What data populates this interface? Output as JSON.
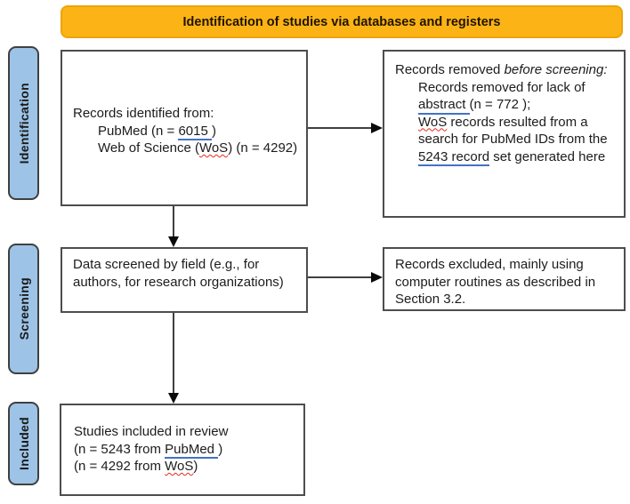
{
  "colors": {
    "banner_bg": "#FCB316",
    "banner_border": "#EDA40A",
    "sidebar_bg": "#9DC3E6",
    "box_border": "#4d4d4d",
    "link_underline_blue": "#4472C4",
    "spellcheck_red": "#E52A1E",
    "arrow": "#3F3F3F"
  },
  "banner": {
    "label": "Identification of studies via databases and registers"
  },
  "sidebar": {
    "identification": "Identification",
    "screening": "Screening",
    "included": "Included"
  },
  "box_identified": {
    "title": "Records identified from:",
    "pubmed_prefix": "PubMed (n = ",
    "pubmed_n": "6015 ",
    "pubmed_suffix": ")",
    "wos_prefix": "Web of Science (",
    "wos_word": "WoS",
    "wos_suffix": ") (n = 4292)"
  },
  "box_removed": {
    "lead_plain": "Records removed ",
    "lead_italic": "before screening",
    "lead_colon": ":",
    "item1_text": "Records removed for lack of ",
    "item1_link": "abstract ",
    "item1_rest": " (n = 772 );",
    "item2_wos": "WoS",
    "item2_mid": " records resulted from a search for PubMed IDs from the ",
    "item2_link": "5243 record",
    "item2_end": " set generated here"
  },
  "box_screened": {
    "text": "Data screened by field (e.g., for authors, for research organizations)"
  },
  "box_excluded": {
    "text": "Records excluded, mainly using computer routines as described in Section 3.2."
  },
  "box_included": {
    "line1": "Studies included in review",
    "line2_prefix": "(n = 5243 from ",
    "line2_link": "PubMed ",
    "line2_suffix": ")",
    "line3_prefix": "(n = 4292 from ",
    "line3_wos": "WoS",
    "line3_suffix": ")"
  }
}
